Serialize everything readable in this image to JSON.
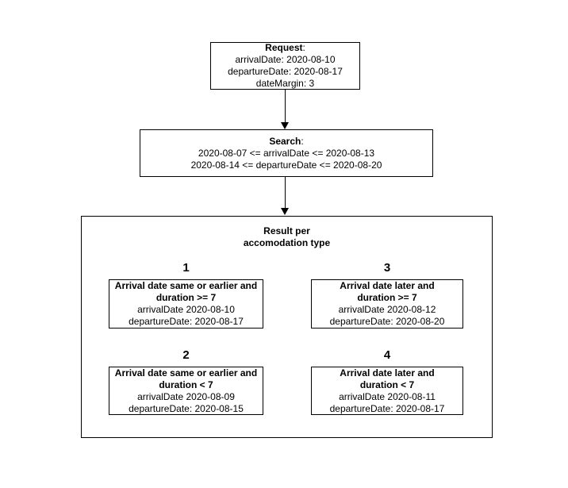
{
  "request_box": {
    "title": "Request",
    "title_suffix": ":",
    "lines": [
      "arrivalDate: 2020-08-10",
      "departureDate: 2020-08-17",
      "dateMargin: 3"
    ]
  },
  "search_box": {
    "title": "Search",
    "title_suffix": ":",
    "lines": [
      "2020-08-07 <= arrivalDate <= 2020-08-13",
      "2020-08-14 <= departureDate <= 2020-08-20"
    ]
  },
  "result_container": {
    "title_line1": "Result per",
    "title_line2": "accomodation type",
    "cases": [
      {
        "number": "1",
        "condition_line1": "Arrival date same or earlier and",
        "condition_line2": "duration >= 7",
        "arrival": "arrivalDate 2020-08-10",
        "departure": "departureDate: 2020-08-17"
      },
      {
        "number": "2",
        "condition_line1": "Arrival date same or earlier and",
        "condition_line2": "duration < 7",
        "arrival": "arrivalDate 2020-08-09",
        "departure": "departureDate: 2020-08-15"
      },
      {
        "number": "3",
        "condition_line1": "Arrival date later and",
        "condition_line2": "duration >= 7",
        "arrival": "arrivalDate 2020-08-12",
        "departure": "departureDate: 2020-08-20"
      },
      {
        "number": "4",
        "condition_line1": "Arrival date later and",
        "condition_line2": "duration < 7",
        "arrival": "arrivalDate 2020-08-11",
        "departure": "departureDate: 2020-08-17"
      }
    ]
  }
}
